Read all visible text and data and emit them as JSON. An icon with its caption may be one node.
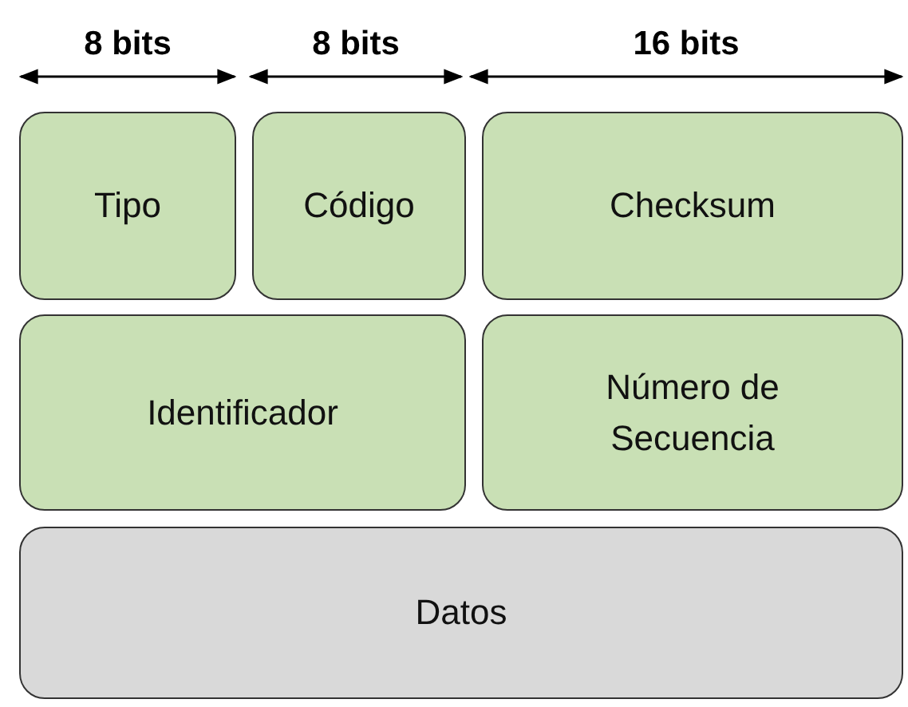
{
  "diagram": {
    "nodes": [
      {
        "text": [
          "Tipo"
        ]
      },
      {
        "text": [
          "Código"
        ]
      },
      {
        "text": [
          "Checksum"
        ]
      },
      {
        "text": [
          "Identificador"
        ]
      },
      {
        "text": [
          "Número de Secuencia"
        ]
      },
      {
        "text": [
          "Datos"
        ]
      }
    ],
    "labels": [
      "8 bits",
      "8 bits",
      "16 bits"
    ]
  }
}
